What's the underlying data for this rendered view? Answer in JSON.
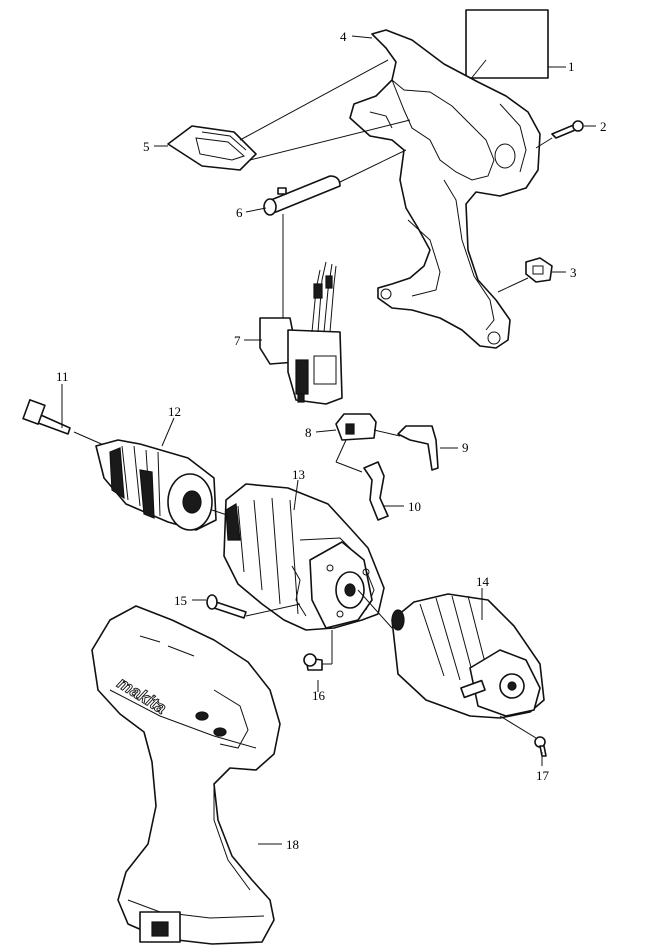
{
  "diagram": {
    "brand_text": "makita",
    "callouts": [
      {
        "id": "1",
        "label": "1"
      },
      {
        "id": "2",
        "label": "2"
      },
      {
        "id": "3",
        "label": "3"
      },
      {
        "id": "4",
        "label": "4"
      },
      {
        "id": "5",
        "label": "5"
      },
      {
        "id": "6",
        "label": "6"
      },
      {
        "id": "7",
        "label": "7"
      },
      {
        "id": "8",
        "label": "8"
      },
      {
        "id": "9",
        "label": "9"
      },
      {
        "id": "10",
        "label": "10"
      },
      {
        "id": "11",
        "label": "11"
      },
      {
        "id": "12",
        "label": "12"
      },
      {
        "id": "13",
        "label": "13"
      },
      {
        "id": "14",
        "label": "14"
      },
      {
        "id": "15",
        "label": "15"
      },
      {
        "id": "16",
        "label": "16"
      },
      {
        "id": "17",
        "label": "17"
      },
      {
        "id": "18",
        "label": "18"
      }
    ]
  }
}
